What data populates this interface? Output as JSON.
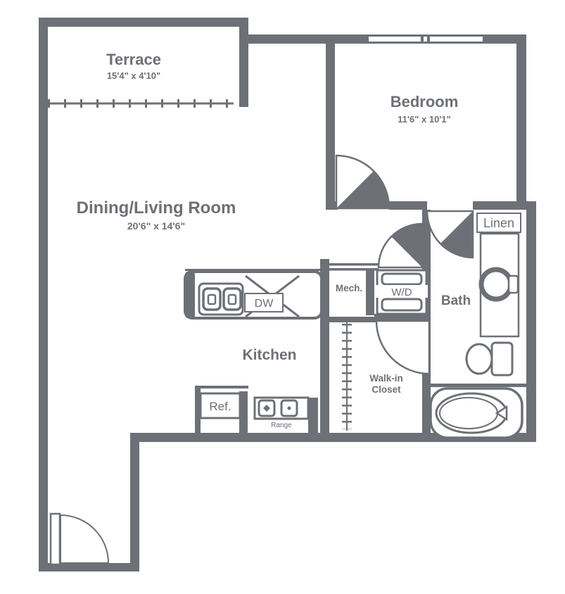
{
  "floor_plan": {
    "rooms": {
      "terrace": {
        "name": "Terrace",
        "dimensions": "15'4\" x 4'10\""
      },
      "bedroom": {
        "name": "Bedroom",
        "dimensions": "11'6\" x 10'1\""
      },
      "dining_living": {
        "name": "Dining/Living Room",
        "dimensions": "20'6\" x 14'6\""
      },
      "kitchen": {
        "name": "Kitchen"
      },
      "bath": {
        "name": "Bath"
      },
      "walk_in_closet": {
        "line1": "Walk-in",
        "line2": "Closet"
      },
      "linen": {
        "name": "Linen"
      },
      "mech": {
        "name": "Mech."
      }
    },
    "fixtures": {
      "washer_dryer": "W/D",
      "dishwasher": "DW",
      "refrigerator": "Ref.",
      "range": "Range"
    },
    "colors": {
      "wall": "#6d7076",
      "background": "#ffffff"
    }
  }
}
